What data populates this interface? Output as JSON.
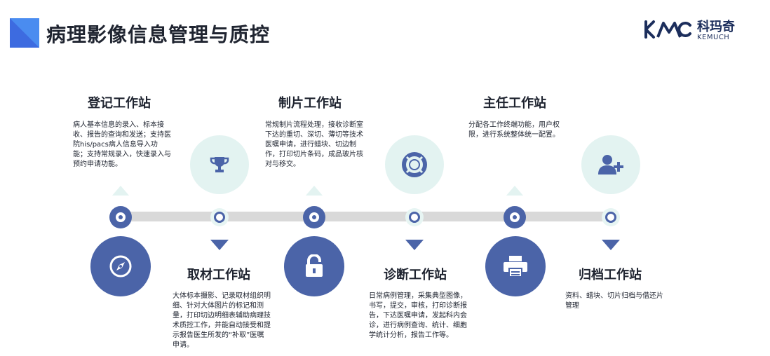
{
  "header": {
    "title": "病理影像信息管理与质控",
    "accent_color": "#3d6be0"
  },
  "logo": {
    "cn": "科玛奇",
    "en": "KEMUCH",
    "mark_text": "KMC"
  },
  "colors": {
    "primary": "#4b64a8",
    "light": "#e3f3f1",
    "track": "#d9d9d9"
  },
  "stations": [
    {
      "name": "登记工作站",
      "icon": "compass-icon",
      "description": "病人基本信息的录入、标本接收、报告的查询和发送；支持医院his/pacs病人信息导入功能；支持常规录入，快速录入与预约申请功能。"
    },
    {
      "name": "取材工作站",
      "icon": "trophy-icon",
      "description": "大体标本摄影、记录取材组织明细、针对大体图片的标记和测量，打印切边明细表辅助病理技术质控工作，并能自动接受和提示报告医生所发的“补取”医嘱申请。"
    },
    {
      "name": "制片工作站",
      "icon": "lock-icon",
      "description": "常规制片流程处理，接收诊断室下达的重切、深切、薄切等技术医嘱申请，进行蜡块、切边制作，打印切片条码，成品玻片核对与移交。"
    },
    {
      "name": "诊断工作站",
      "icon": "lifebuoy-icon",
      "description": "日常病例管理，采集典型图像，书写，提交，审核，打印诊断报告，下达医嘱申请，发起科内会诊，进行病例查询、统计、细胞学统计分析，报告工作等。"
    },
    {
      "name": "主任工作站",
      "icon": "printer-icon",
      "description": "分配各工作终端功能，用户权限，进行系统整体统一配置。"
    },
    {
      "name": "归档工作站",
      "icon": "add-user-icon",
      "description": "资料、蜡块、切片归档与借还片管理"
    }
  ]
}
